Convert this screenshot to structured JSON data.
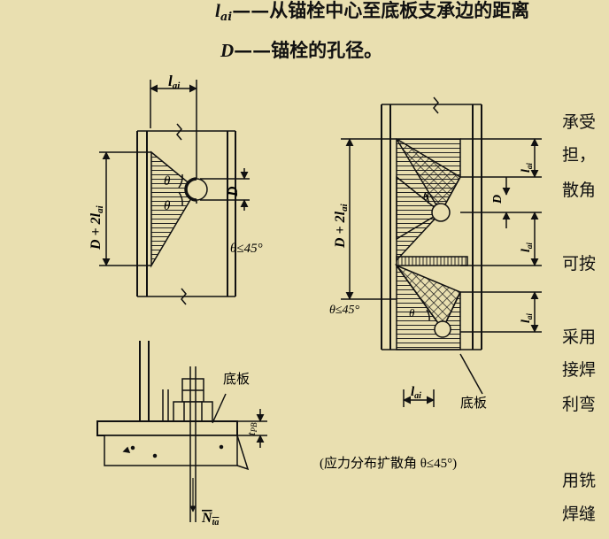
{
  "definitions": [
    {
      "symbol": "l",
      "subscript": "ai",
      "dash": "——",
      "text": "从锚栓中心至底板支承边的距离"
    },
    {
      "symbol": "D",
      "subscript": "",
      "dash": "——",
      "text": "锚栓的孔径。"
    }
  ],
  "fig_left_top": {
    "label_width": "l",
    "label_width_sub": "ai",
    "label_height": "D + 2l",
    "label_height_sub": "ai",
    "label_d": "D",
    "angle_1": "θ",
    "angle_2": "θ",
    "angle_cond": "θ≤45°"
  },
  "fig_left_bottom": {
    "label_plate": "底板",
    "label_thickness": "t",
    "label_thickness_sub": "PB",
    "label_force": "N",
    "label_force_sub": "ta"
  },
  "fig_right": {
    "label_height": "D + 2l",
    "label_height_sub": "ai",
    "label_d": "D",
    "label_l1": "l",
    "label_l1_sub": "ai",
    "label_l2": "l",
    "label_l2_sub": "ai",
    "label_l3": "l",
    "label_l3_sub": "ai",
    "angle_cond": "θ≤45°",
    "angle_1": "θ",
    "angle_2": "θ",
    "label_bottom": "l",
    "label_bottom_sub": "ai",
    "label_plate": "底板",
    "caption": "(应力分布扩散角 θ≤45°)"
  },
  "right_text_fragments": [
    "承受",
    "担，",
    "散角",
    "可按",
    "采用",
    "接焊",
    "利弯",
    "用铣",
    "焊缝"
  ]
}
